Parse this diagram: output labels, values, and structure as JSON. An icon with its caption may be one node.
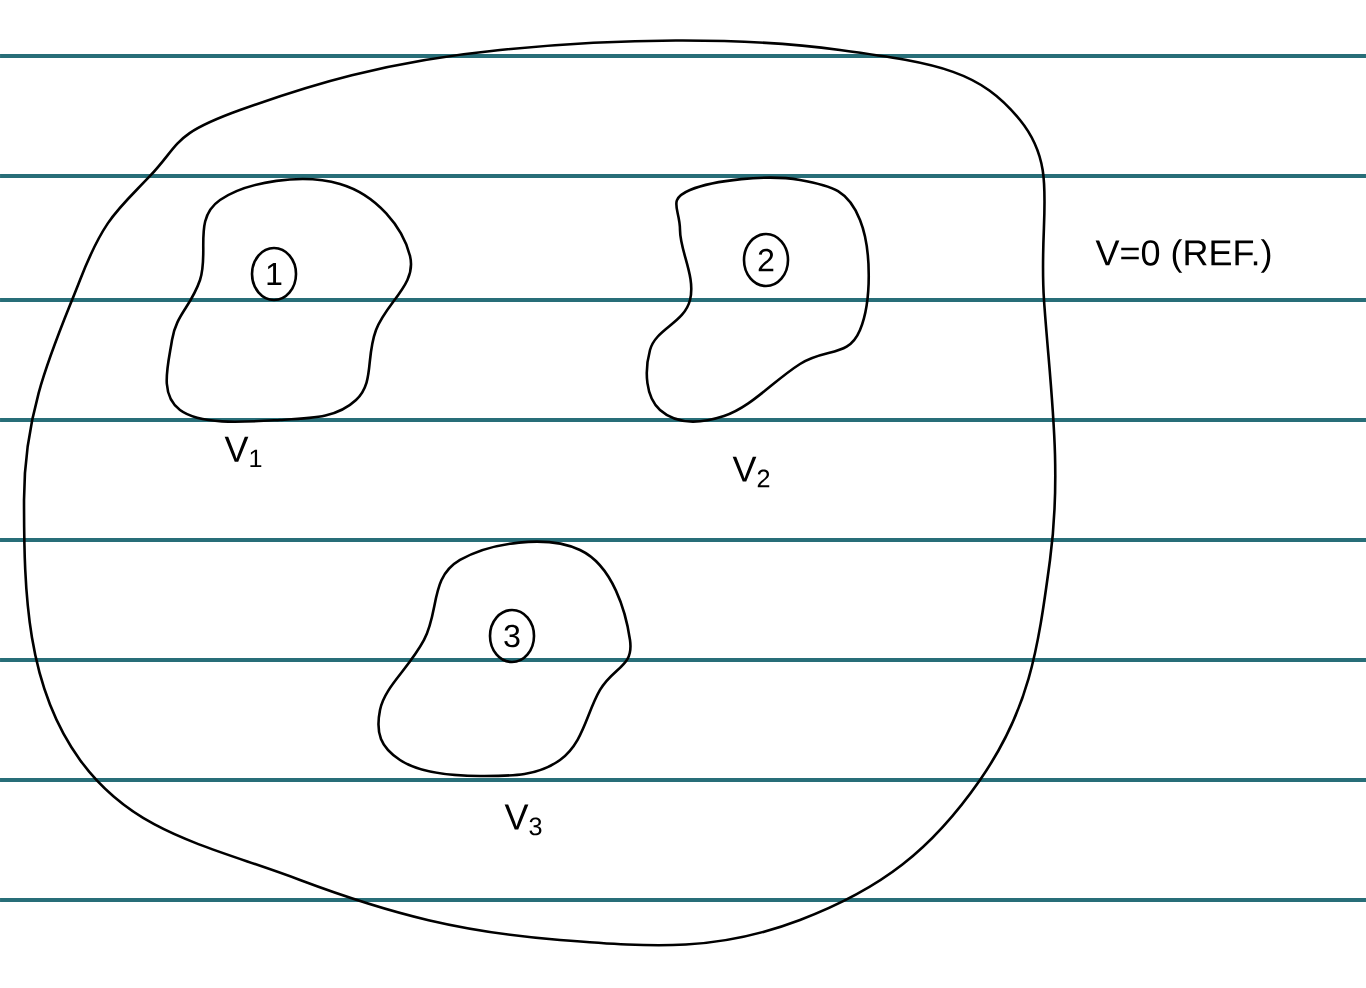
{
  "diagram": {
    "nodes": [
      {
        "text": [],
        "shape": "cloud",
        "beside": [
          "V=0 (REF.)"
        ]
      },
      {
        "text": [],
        "shape": "cloud",
        "in": 0,
        "beside": [
          "V$_{1}$"
        ]
      },
      {
        "text": [
          "1"
        ],
        "in": 1
      },
      {
        "text": [],
        "shape": "cloud",
        "in": 0,
        "beside": [
          "V$_{2}$"
        ]
      },
      {
        "text": [
          "2"
        ],
        "in": 3
      },
      {
        "text": [],
        "shape": "cloud",
        "in": 0,
        "beside": [
          "V$_{3}$"
        ]
      },
      {
        "text": [
          "3"
        ],
        "in": 5
      }
    ]
  }
}
